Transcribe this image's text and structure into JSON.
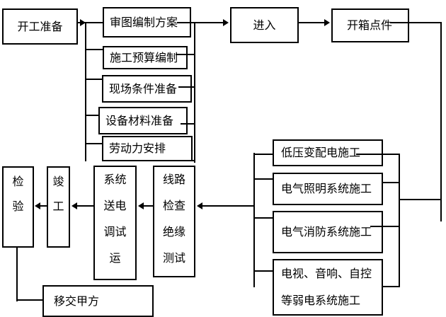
{
  "flowchart": {
    "start_preparation": "开工准备",
    "drawing_review_plan": "审图编制方案",
    "construction_budget": "施工预算编制",
    "site_conditions": "现场条件准备",
    "equipment_materials": "设备材料准备",
    "labor_arrangement": "劳动力安排",
    "enter": "进入",
    "unpack_count": "开箱点件",
    "low_voltage_distribution": "低压变配电施工",
    "electrical_lighting": "电气照明系统施工",
    "electrical_fire": "电气消防系统施工",
    "weak_current": [
      "电视、音响、自控",
      "等弱电系统施工"
    ],
    "inspection": [
      "检",
      "验"
    ],
    "completion": [
      "竣",
      "工"
    ],
    "system_commissioning": [
      "系统",
      "送电",
      "调试",
      "运"
    ],
    "line_check": [
      "线路",
      "检查",
      "绝缘",
      "测试"
    ],
    "handover": "移交甲方"
  },
  "colors": {
    "line": "#000000",
    "background": "#ffffff"
  }
}
